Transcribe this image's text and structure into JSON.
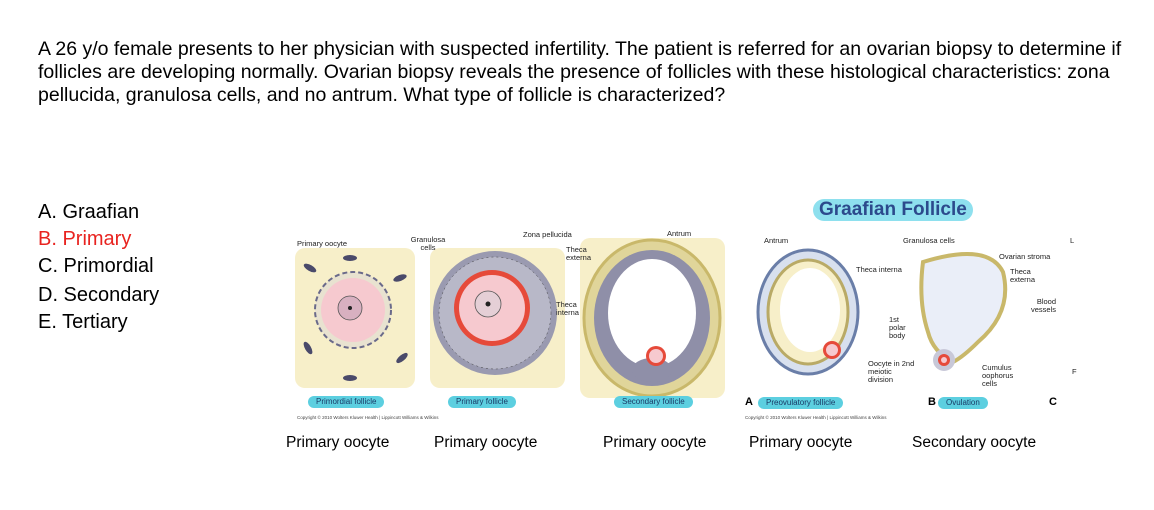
{
  "question": "A 26 y/o female presents to her physician with suspected infertility. The patient is referred for an ovarian biopsy to determine if follicles are developing normally. Ovarian biopsy reveals the presence of follicles with these histological characteristics: zona pellucida, granulosa cells, and no antrum. What type of follicle is characterized?",
  "options": [
    {
      "text": "A. Graafian",
      "highlighted": false
    },
    {
      "text": "B. Primary",
      "highlighted": true
    },
    {
      "text": "C. Primordial",
      "highlighted": false
    },
    {
      "text": "D. Secondary",
      "highlighted": false
    },
    {
      "text": "E. Tertiary",
      "highlighted": false
    }
  ],
  "colors": {
    "highlight": "#e8231f",
    "pill": "#5ccfe0",
    "title_pill": "#8ee0ee"
  },
  "figure_left": {
    "labels": {
      "primary_oocyte": "Primary oocyte",
      "granulosa_cells": "Granulosa cells",
      "zona_pellucida": "Zona pellucida",
      "theca_externa": "Theca externa",
      "theca_interna": "Theca interna",
      "antrum": "Antrum"
    },
    "stages": [
      "Primordial follicle",
      "Primary follicle",
      "Secondary follicle"
    ],
    "copyright": "Copyright © 2010 Wolters Kluwer Health | Lippincott Williams & Wilkins"
  },
  "figure_right": {
    "title": "Graafian Follicle",
    "labels": {
      "antrum": "Antrum",
      "granulosa_cells": "Granulosa cells",
      "theca_interna": "Theca interna",
      "ovarian_stroma": "Ovarian stroma",
      "theca_externa": "Theca externa",
      "blood_vessels": "Blood vessels",
      "polar_body": "1st polar body",
      "oocyte_meiotic": "Oocyte in 2nd meiotic division",
      "cumulus": "Cumulus oophorus cells",
      "edge_l": "L",
      "edge_f": "F"
    },
    "panel_a_letter": "A",
    "panel_a": "Preovulatory follicle",
    "panel_b_letter": "B",
    "panel_b": "Ovulation",
    "panel_c_letter": "C",
    "copyright": "Copyright © 2010 Wolters Kluwer Health | Lippincott Williams & Wilkins"
  },
  "captions": [
    "Primary oocyte",
    "Primary oocyte",
    "Primary oocyte",
    "Primary oocyte",
    "Secondary oocyte"
  ]
}
